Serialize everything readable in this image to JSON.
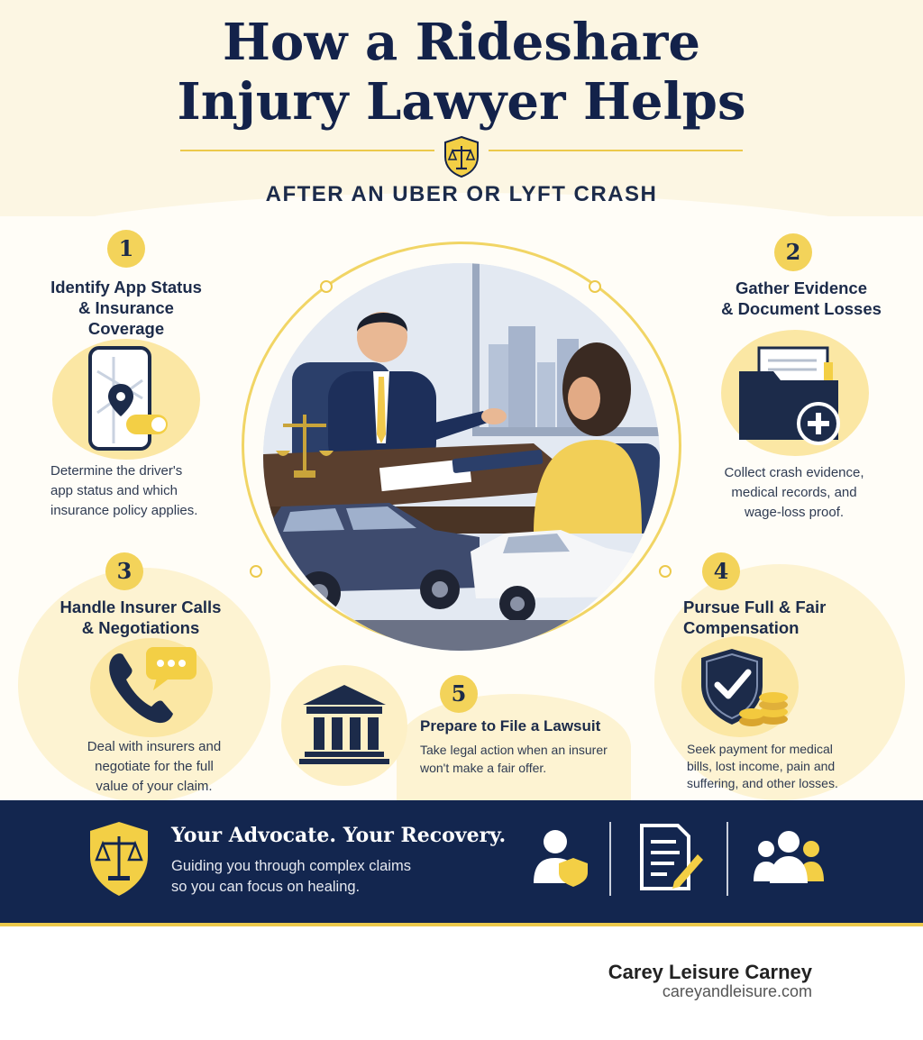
{
  "header": {
    "title_line1": "How a Rideshare",
    "title_line2": "Injury Lawyer Helps",
    "subtitle": "AFTER AN UBER OR LYFT CRASH"
  },
  "steps": [
    {
      "number": "1",
      "title_lines": [
        "Identify App Status",
        "& Insurance",
        "Coverage"
      ],
      "desc_lines": [
        "Determine the driver's",
        "app status and which",
        "insurance policy applies."
      ],
      "icon": "phone-map-pin-icon"
    },
    {
      "number": "2",
      "title_lines": [
        "Gather Evidence",
        "& Document Losses"
      ],
      "desc_lines": [
        "Collect crash evidence,",
        "medical records, and",
        "wage-loss proof."
      ],
      "icon": "folder-medical-icon"
    },
    {
      "number": "3",
      "title_lines": [
        "Handle Insurer Calls",
        "& Negotiations"
      ],
      "desc_lines": [
        "Deal with insurers and",
        "negotiate for the full",
        "value of your claim."
      ],
      "icon": "phone-chat-icon"
    },
    {
      "number": "4",
      "title_lines": [
        "Pursue Full & Fair",
        "Compensation"
      ],
      "desc_lines": [
        "Seek payment for medical",
        "bills, lost income, pain and",
        "suffering, and other losses."
      ],
      "icon": "shield-coins-icon"
    },
    {
      "number": "5",
      "title_lines": [
        "Prepare to File a Lawsuit"
      ],
      "desc_lines": [
        "Take legal action when an insurer",
        "won't make a fair offer."
      ],
      "icon": "courthouse-icon"
    }
  ],
  "banner": {
    "title": "Your Advocate. Your Recovery.",
    "text_lines": [
      "Guiding you through complex claims",
      "so you can focus on healing."
    ],
    "icons": [
      "person-shield-icon",
      "document-pen-icon",
      "people-group-icon"
    ]
  },
  "footer": {
    "brand": "Carey Leisure Carney",
    "url": "careyandleisure.com"
  },
  "colors": {
    "navy": "#13264f",
    "gold": "#f3d35a",
    "cream": "#fcf6e3"
  }
}
